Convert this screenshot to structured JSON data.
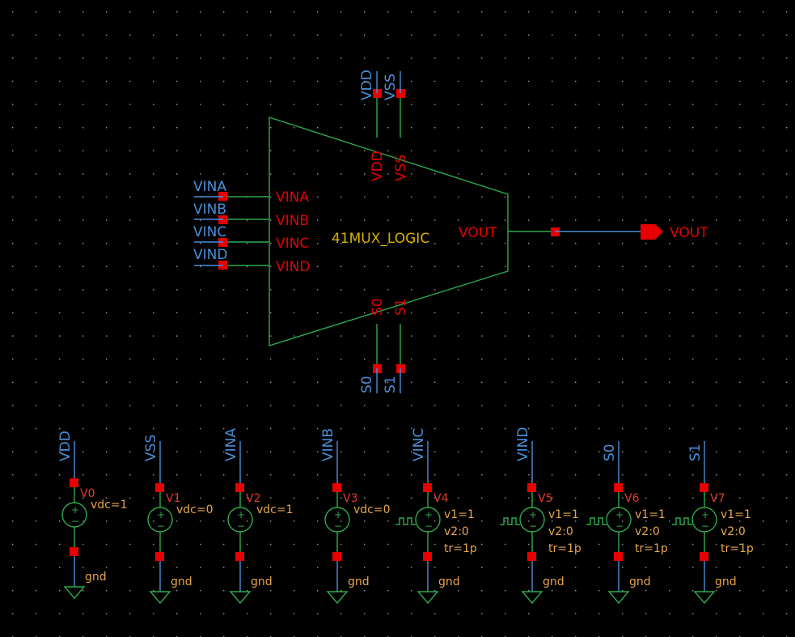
{
  "canvas": {
    "background": "#000000",
    "grid_color": "#9aa0a6",
    "wire_color": "#4a90d9",
    "symbol_color": "#2eaa4e",
    "pin_color": "#e60000",
    "instance_color": "#d8b200",
    "param_color": "#e8a64c"
  },
  "mux": {
    "cell_name": "41MUX_LOGIC",
    "left_pins": [
      "VINA",
      "VINB",
      "VINC",
      "VIND"
    ],
    "left_nets": [
      "VINA",
      "VINB",
      "VINC",
      "VIND"
    ],
    "top_pins": [
      "VDD",
      "VSS"
    ],
    "top_nets": [
      "VDD",
      "VSS"
    ],
    "bottom_pins": [
      "S0",
      "S1"
    ],
    "bottom_nets": [
      "S0",
      "S1"
    ],
    "right_pin": "VOUT",
    "output_port": "VOUT"
  },
  "sources": [
    {
      "net": "VDD",
      "name": "V0",
      "type": "vdc",
      "params": [
        "vdc=1"
      ],
      "ground": "gnd"
    },
    {
      "net": "VSS",
      "name": "V1",
      "type": "vdc",
      "params": [
        "vdc=0"
      ],
      "ground": "gnd"
    },
    {
      "net": "VINA",
      "name": "V2",
      "type": "vdc",
      "params": [
        "vdc=1"
      ],
      "ground": "gnd"
    },
    {
      "net": "VINB",
      "name": "V3",
      "type": "vdc",
      "params": [
        "vdc=0"
      ],
      "ground": "gnd"
    },
    {
      "net": "VINC",
      "name": "V4",
      "type": "vpulse",
      "params": [
        "v1=1",
        "v2:0",
        "tr=1p"
      ],
      "ground": "gnd"
    },
    {
      "net": "VIND",
      "name": "V5",
      "type": "vpulse",
      "params": [
        "v1=1",
        "v2:0",
        "tr=1p"
      ],
      "ground": "gnd"
    },
    {
      "net": "S0",
      "name": "V6",
      "type": "vpulse",
      "params": [
        "v1=1",
        "v2:0",
        "tr=1p"
      ],
      "ground": "gnd"
    },
    {
      "net": "S1",
      "name": "V7",
      "type": "vpulse",
      "params": [
        "v1=1",
        "v2:0",
        "tr=1p"
      ],
      "ground": "gnd"
    }
  ]
}
